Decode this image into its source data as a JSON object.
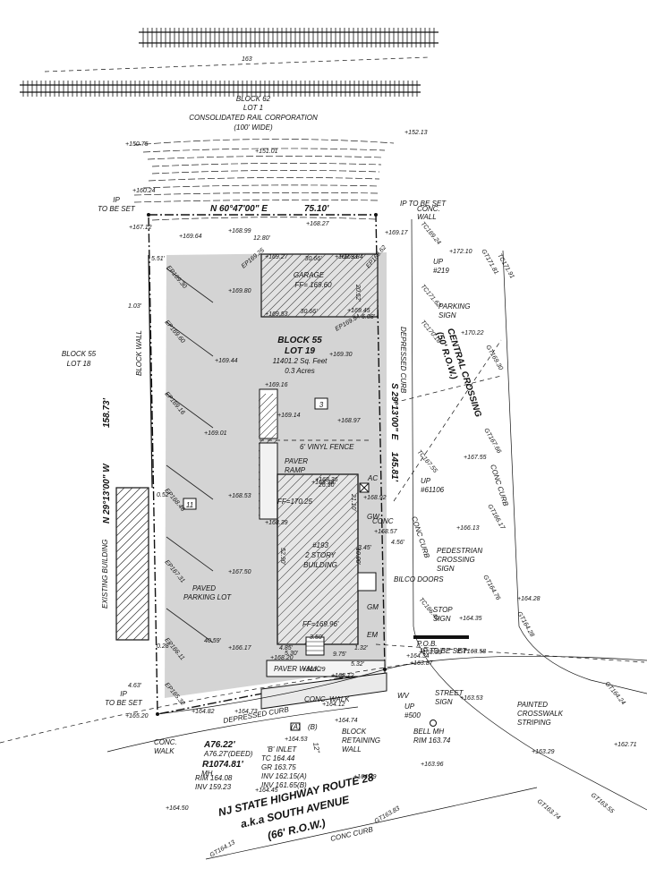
{
  "railroad": {
    "elev": "163",
    "block": "BLOCK 62",
    "lot": "LOT 1",
    "owner": "CONSOLIDATED RAIL CORPORATION",
    "width": "(100' WIDE)"
  },
  "subject": {
    "block": "BLOCK 55",
    "lot": "LOT 19",
    "area_sqft": "11401.2 Sq. Feet",
    "area_acres": "0.3 Acres"
  },
  "neighbor": {
    "block": "BLOCK 55",
    "lot": "LOT 18"
  },
  "bearings": {
    "north": "N 60°47'00\" E",
    "north_dist": "75.10'",
    "east": "S 29°13'00\" E",
    "east_dist": "145.81'",
    "west": "N 29°13'00\" W",
    "west_dist": "158.73'"
  },
  "garage": {
    "label": "GARAGE",
    "ff": "FF= 169.60",
    "dim_top": "30.66'",
    "dim_bottom": "30.66'",
    "dim_side": "20.52'",
    "offset": "6.08'"
  },
  "building": {
    "number": "#193",
    "stories": "2 STORY",
    "label": "BUILDING",
    "ff1": "FF=170.25",
    "ff2": "FF=169.96'",
    "dim_top": "26.50'",
    "dim_side": "21.10'",
    "dim_left": "52.90'",
    "dim_mid": "10.00'"
  },
  "streets": {
    "central_name": "CENTRAL CROSSING",
    "central_row": "(50' R.O.W.)",
    "route_name": "NJ STATE HIGHWAY ROUTE 28",
    "route_aka": "a.k.a SOUTH AVENUE",
    "route_row": "(66' R.O.W.)"
  },
  "labels": {
    "ip_to_be_set": "IP TO BE SET",
    "ip": "IP",
    "to_be_set": "TO BE SET",
    "conc_wall": "CONC. WALL",
    "up219": "UP #219",
    "parking_sign": "PARKING SIGN",
    "depressed_curb": "DEPRESSED CURB",
    "vinyl_fence": "6' VINYL FENCE",
    "paver_ramp": "PAVER RAMP",
    "ac": "AC",
    "up61106": "UP #61106",
    "conc_curb": "CONC CURB",
    "conc": "CONC",
    "gw": "GW",
    "ped_sign": "PEDESTRIAN CROSSING SIGN",
    "bilco": "BILCO DOORS",
    "stop_sign": "STOP SIGN",
    "gm": "GM",
    "em": "EM",
    "pob": "P.O.B.",
    "paver_walk": "PAVER WALK",
    "conc_walk": "CONC. WALK",
    "street_sign": "STREET SIGN",
    "painted_crosswalk": "PAINTED CROSSWALK STRIPING",
    "bell_mh": "BELL MH",
    "bell_rim": "RIM 163.74",
    "block_wall": "BLOCK WALL",
    "existing_building": "EXISTING BUILDING",
    "paved_lot": "PAVED PARKING LOT",
    "inlet": "'B' INLET",
    "inlet_tc": "TC 164.44",
    "inlet_gr": "GR 163.75",
    "inv_a": "INV 162.15(A)",
    "inv_b": "INV 161.65(B)",
    "block_retaining": "BLOCK RETAINING WALL",
    "mh": "MH",
    "mh_rim": "RIM 164.08",
    "mh_inv": "INV 159.23",
    "arc_a": "A76.22'",
    "arc_deed": "A76.27'(DEED)",
    "radius": "R1074.81'",
    "wv": "WV",
    "up": "UP",
    "up500": "#500",
    "marker3": "3",
    "marker11": "11",
    "pipe_a": "(A)",
    "pipe_b": "(B)",
    "pipe_12": "12\""
  },
  "offsets": [
    "5.51'",
    "1.03'",
    "0.52'",
    "0.28'",
    "4.63'",
    "40.59'",
    "12.80'",
    "4.56'",
    "3.45'",
    "5.30'",
    "9.75'",
    "3.50'",
    "4.85'",
    "1.32'",
    "5.32'"
  ],
  "elevations": [
    "150.75",
    "151.01",
    "152.13",
    "160.24",
    "167.12",
    "169.64",
    "168.99",
    "168.27",
    "169.17",
    "169.80",
    "169.44",
    "169.30",
    "169.16",
    "169.14",
    "168.97",
    "169.01",
    "168.53",
    "168.39",
    "168.38",
    "168.92",
    "168.57",
    "167.50",
    "166.17",
    "164.82",
    "164.73",
    "164.53",
    "164.12",
    "165.20",
    "164.39",
    "163.96",
    "164.50",
    "164.45",
    "163.53",
    "163.29",
    "162.71",
    "164.35",
    "166.13",
    "167.55",
    "170.22",
    "172.10",
    "169.27",
    "169.53",
    "169.84",
    "169.45",
    "168.20",
    "168.12",
    "169.33",
    "168.36",
    "166.29",
    "164.74",
    "163.58",
    "164.28",
    "163.87",
    "164.34"
  ],
  "spot_labels": [
    "EP169.30",
    "EP169.60",
    "EP169.16",
    "EP168.46",
    "EP167.31",
    "EP166.11",
    "EP165.32",
    "EP169.54",
    "EP169.25",
    "EP169.62",
    "TC169.24",
    "TC170.18",
    "TC171.62",
    "TC171.91",
    "TC167.55",
    "TC166.49",
    "GT171.81",
    "GT169.30",
    "GT167.66",
    "GT166.17",
    "GT164.76",
    "GT164.28",
    "GT164.13",
    "GT163.83",
    "GT163.58",
    "GT164.24",
    "GT163.74",
    "GT163.55"
  ]
}
